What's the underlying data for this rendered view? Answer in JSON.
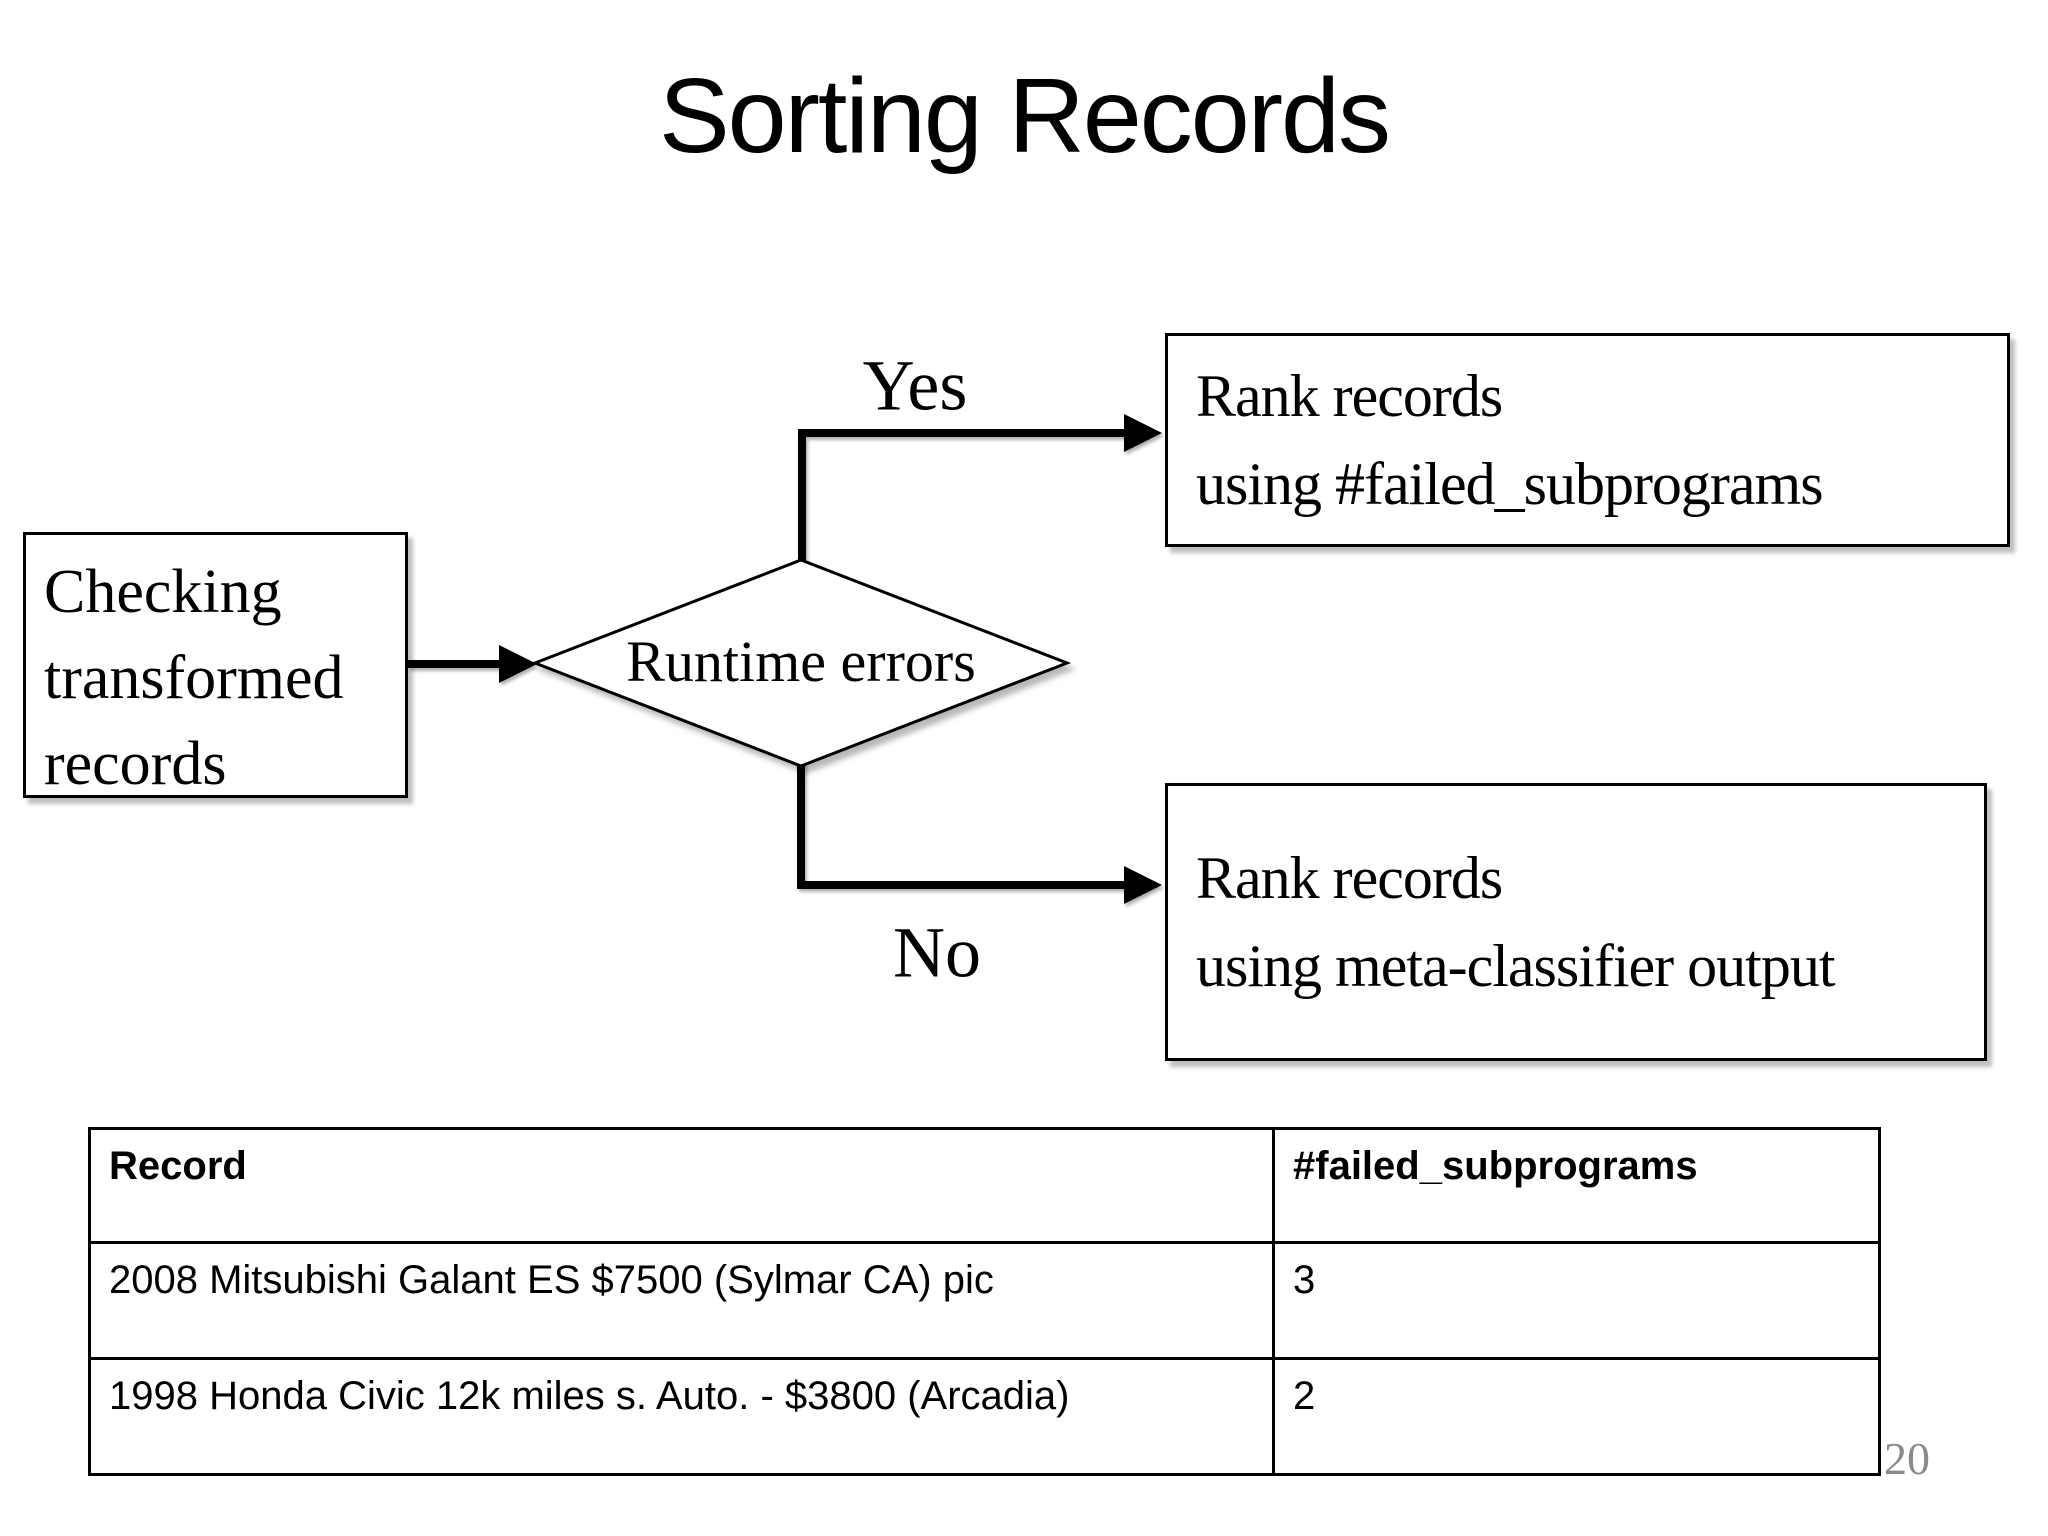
{
  "slide": {
    "title": "Sorting Records",
    "page_number": "20",
    "background_color": "#ffffff",
    "text_color": "#000000",
    "page_number_color": "#8a8a8a"
  },
  "flowchart": {
    "start_box": {
      "lines": [
        "Checking",
        "transformed",
        "records"
      ]
    },
    "decision_label": "Runtime errors",
    "yes_label": "Yes",
    "no_label": "No",
    "yes_box": {
      "lines": [
        "Rank records",
        "using #failed_subprograms"
      ]
    },
    "no_box": {
      "lines": [
        "Rank records",
        "using meta-classifier output"
      ]
    }
  },
  "table": {
    "columns": [
      "Record",
      "#failed_subprograms"
    ],
    "rows": [
      [
        "2008 Mitsubishi Galant ES $7500 (Sylmar CA) pic",
        "3"
      ],
      [
        "1998 Honda Civic 12k miles s. Auto. - $3800 (Arcadia)",
        "2"
      ]
    ]
  }
}
